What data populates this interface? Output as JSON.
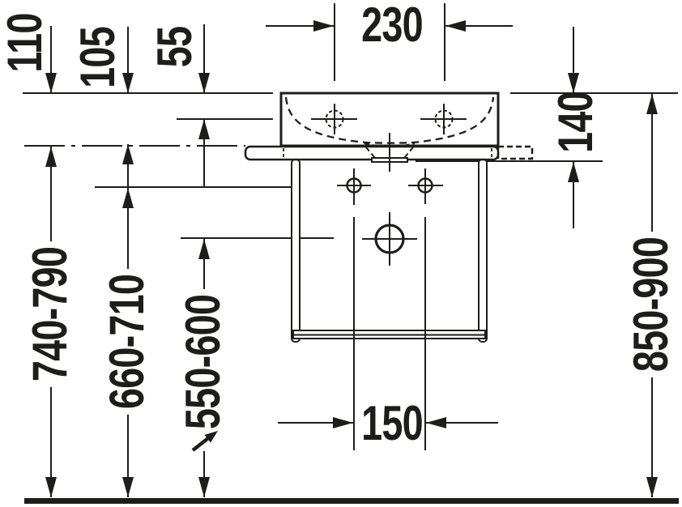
{
  "drawing": {
    "type": "technical installation drawing",
    "subject": "wall-mounted washbasin with console frame, front view with mounting dimensions"
  },
  "colors": {
    "ink": "#1d1d1b",
    "paper": "#ffffff"
  },
  "dims": {
    "tap_hole_distance": "230",
    "rim_to_basin_bottom": "110",
    "rim_to_console_top": "105",
    "rim_to_tap_level": "55",
    "rim_to_console_bottom": "140",
    "rim_height_range": "850-900",
    "basin_bottom_height_range": "740-790",
    "fixing_holes_height_range": "660-710",
    "drain_height_range": "550-600",
    "fixing_hole_distance": "150"
  }
}
